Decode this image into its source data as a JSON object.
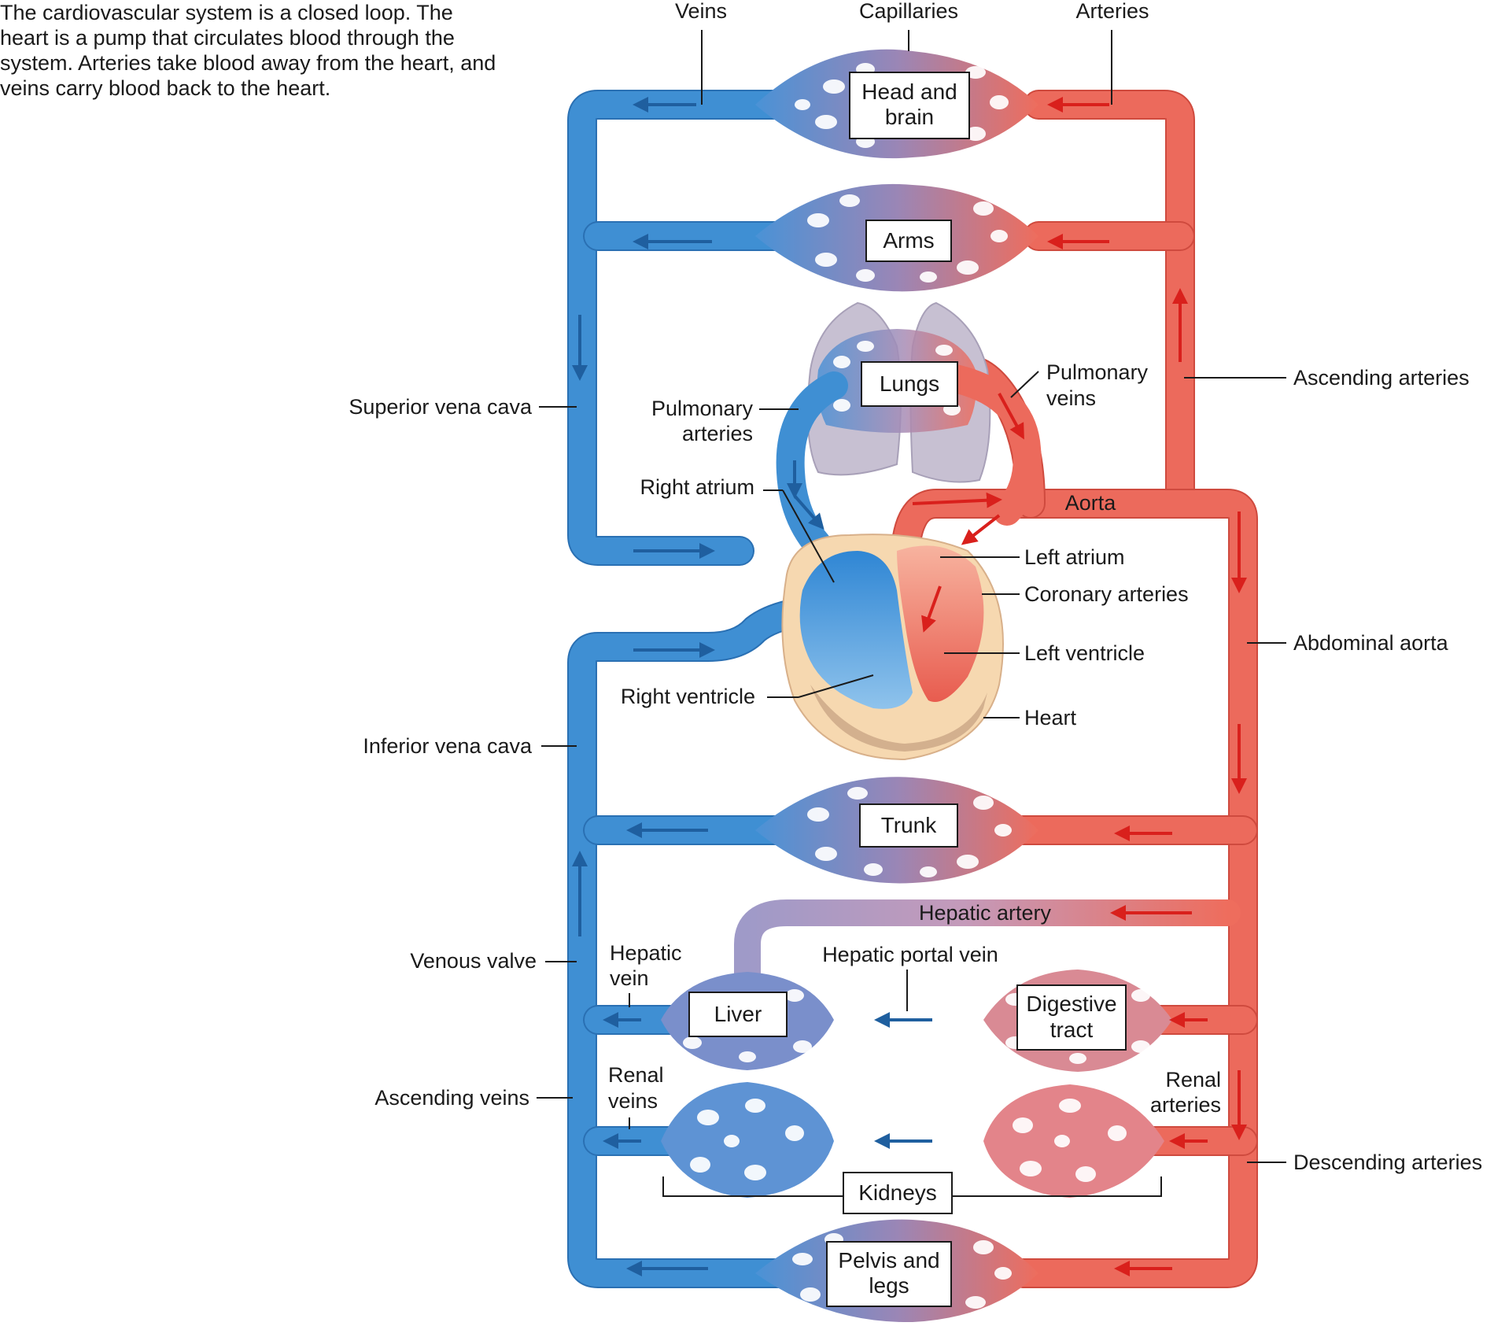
{
  "intro_text": "The cardiovascular system is a closed loop. The heart is a pump that circulates blood through the system. Arteries take blood away from the heart, and veins carry blood back to the heart.",
  "colors": {
    "vein": "#3f8fd3",
    "artery": "#ec6a5c",
    "vein_arrow": "#1f5f9f",
    "artery_arrow": "#d9201c",
    "heart_outer": "#f6d8b0"
  },
  "top_labels": {
    "veins": "Veins",
    "capillaries": "Capillaries",
    "arteries": "Arteries"
  },
  "boxes": {
    "head_brain": [
      "Head and",
      "brain"
    ],
    "arms": "Arms",
    "lungs": "Lungs",
    "trunk": "Trunk",
    "liver": "Liver",
    "digestive_tract": [
      "Digestive",
      "tract"
    ],
    "kidneys": "Kidneys",
    "pelvis_legs": [
      "Pelvis and",
      "legs"
    ]
  },
  "labels": {
    "superior_vena_cava": "Superior vena cava",
    "pulmonary_arteries": [
      "Pulmonary",
      "arteries"
    ],
    "pulmonary_veins": [
      "Pulmonary",
      "veins"
    ],
    "right_atrium": "Right atrium",
    "aorta": "Aorta",
    "left_atrium": "Left atrium",
    "coronary_arteries": "Coronary arteries",
    "left_ventricle": "Left ventricle",
    "right_ventricle": "Right ventricle",
    "heart": "Heart",
    "inferior_vena_cava": "Inferior vena cava",
    "ascending_arteries": "Ascending arteries",
    "abdominal_aorta": "Abdominal aorta",
    "hepatic_artery": "Hepatic artery",
    "hepatic_portal_vein": "Hepatic portal vein",
    "hepatic_vein": [
      "Hepatic",
      "vein"
    ],
    "venous_valve": "Venous valve",
    "renal_veins": [
      "Renal",
      "veins"
    ],
    "renal_arteries": [
      "Renal",
      "arteries"
    ],
    "ascending_veins": "Ascending veins",
    "descending_arteries": "Descending arteries"
  }
}
